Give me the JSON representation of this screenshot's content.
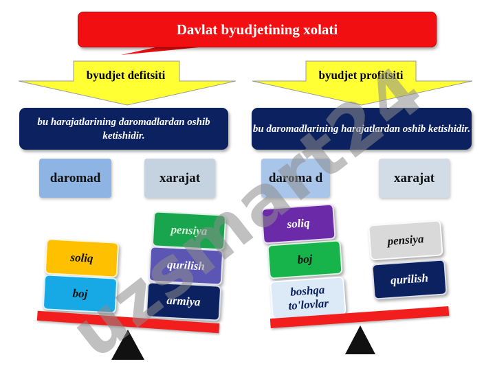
{
  "title": "Davlat byudjetining xolati",
  "watermark": "uzsmart24",
  "colors": {
    "title_red": "#f20f12",
    "arrow_yellow": "#ffff33",
    "navy": "#0b2160",
    "beam_red": "#f21e1e",
    "daromad_blue": "#8db4e2",
    "xarajat_grey": "#c5d3e0"
  },
  "left": {
    "arrow_label": "byudjet defitsiti",
    "definition": "bu harajatlarining daromadlardan oshib ketishidir.",
    "income_header": "daromad",
    "expense_header": "xarajat",
    "income_items": [
      "soliq",
      "boj"
    ],
    "expense_items": [
      "pensiya",
      "qurilish",
      "armiya"
    ]
  },
  "right": {
    "arrow_label": "byudjet profitsiti",
    "definition": "bu daromadlarining harajatlardan oshib ketishidir.",
    "income_header": "daroma d",
    "expense_header": "xarajat",
    "income_items": [
      "soliq",
      "boj",
      "boshqa to'lovlar"
    ],
    "expense_items": [
      "pensiya",
      "qurilish"
    ]
  }
}
